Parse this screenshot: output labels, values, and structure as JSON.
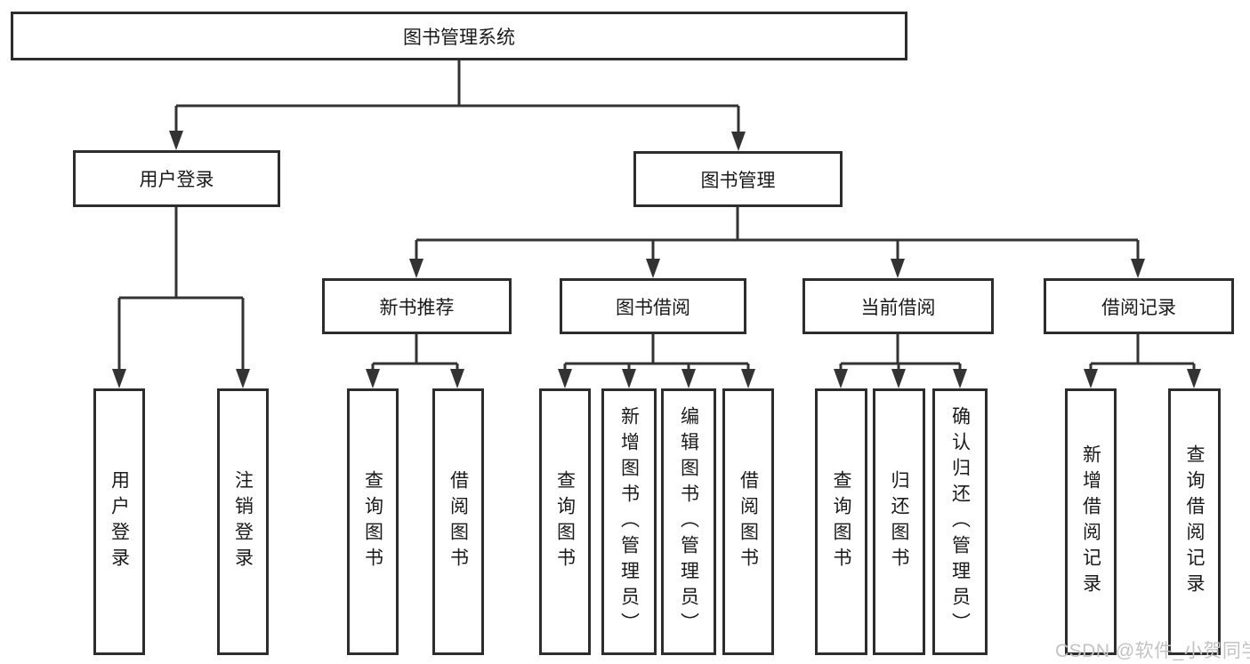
{
  "title": "图书管理系统",
  "watermark": "CSDN @软件_小贺同学",
  "colors": {
    "background": "#ffffff",
    "box_border": "#2d2d2d",
    "connector_line": "#333333",
    "text": "#1a1a1a",
    "watermark_text": "#c3c3c3"
  },
  "nodes": {
    "root": {
      "label": "图书管理系统"
    },
    "user_login": {
      "label": "用户登录"
    },
    "book_mgmt": {
      "label": "图书管理"
    },
    "new_book_rec": {
      "label": "新书推荐"
    },
    "book_borrow": {
      "label": "图书借阅"
    },
    "current_borrow": {
      "label": "当前借阅"
    },
    "borrow_record": {
      "label": "借阅记录"
    },
    "leaf_user_login": {
      "label": "用户登录"
    },
    "leaf_logout": {
      "label": "注销登录"
    },
    "leaf_query_book_rec": {
      "label": "查询图书"
    },
    "leaf_borrow_book_rec": {
      "label": "借阅图书"
    },
    "leaf_query_book_borrow": {
      "label": "查询图书"
    },
    "leaf_add_book": {
      "label": "新增图书（管理员）"
    },
    "leaf_edit_book": {
      "label": "编辑图书（管理员）"
    },
    "leaf_borrow_book_borrow": {
      "label": "借阅图书"
    },
    "leaf_query_book_current": {
      "label": "查询图书"
    },
    "leaf_return_book": {
      "label": "归还图书"
    },
    "leaf_confirm_return": {
      "label": "确认归还（管理员）"
    },
    "leaf_add_borrow_record": {
      "label": "新增借阅记录"
    },
    "leaf_query_borrow_record": {
      "label": "查询借阅记录"
    }
  },
  "hierarchy": {
    "root": [
      "user_login",
      "book_mgmt"
    ],
    "user_login": [
      "leaf_user_login",
      "leaf_logout"
    ],
    "book_mgmt": [
      "new_book_rec",
      "book_borrow",
      "current_borrow",
      "borrow_record"
    ],
    "new_book_rec": [
      "leaf_query_book_rec",
      "leaf_borrow_book_rec"
    ],
    "book_borrow": [
      "leaf_query_book_borrow",
      "leaf_add_book",
      "leaf_edit_book",
      "leaf_borrow_book_borrow"
    ],
    "current_borrow": [
      "leaf_query_book_current",
      "leaf_return_book",
      "leaf_confirm_return"
    ],
    "borrow_record": [
      "leaf_add_borrow_record",
      "leaf_query_borrow_record"
    ]
  }
}
